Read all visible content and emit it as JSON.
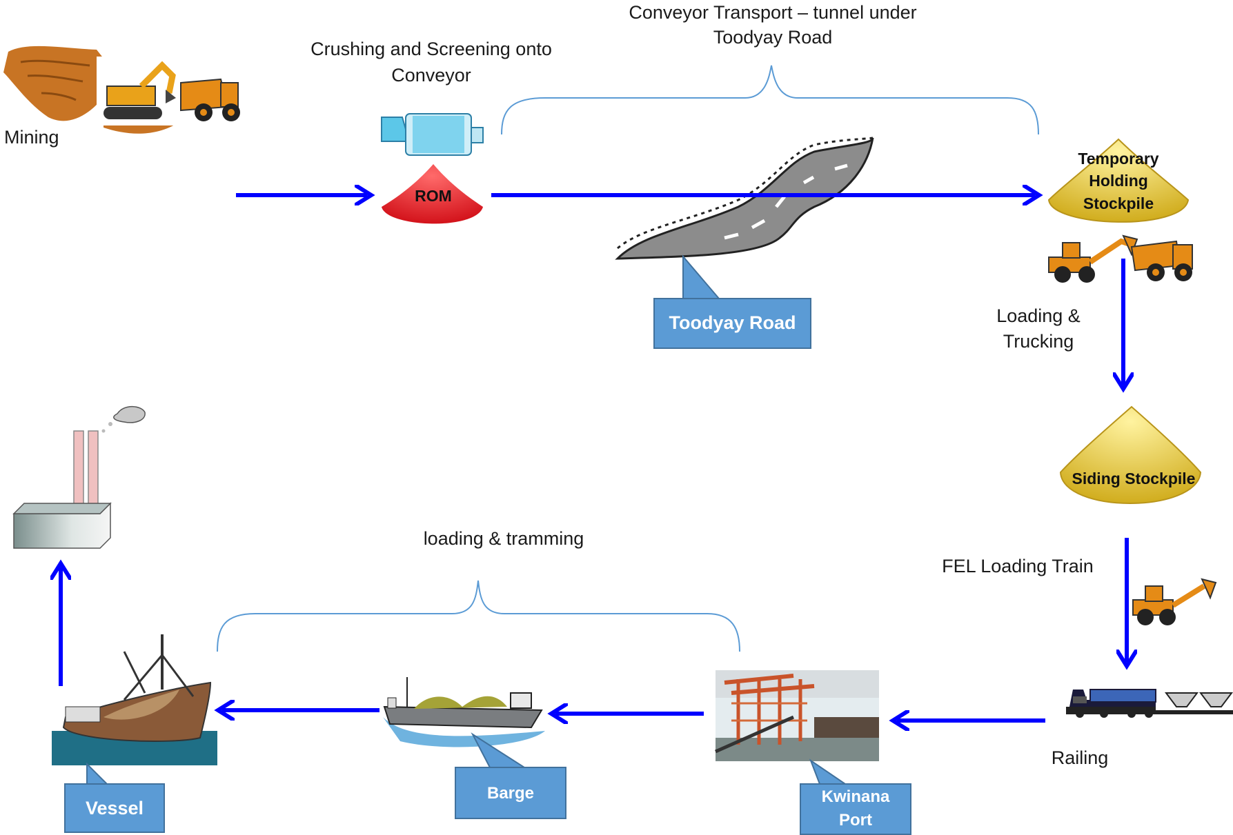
{
  "labels": {
    "mining": "Mining",
    "crushing_line1": "Crushing and Screening onto",
    "crushing_line2": "Conveyor",
    "conveyor_line1": "Conveyor Transport – tunnel under",
    "conveyor_line2": "Toodyay Road",
    "rom": "ROM",
    "temp_line1": "Temporary",
    "temp_line2": "Holding",
    "temp_line3": "Stockpile",
    "loading_trucking_line1": "Loading &",
    "loading_trucking_line2": "Trucking",
    "siding_stockpile": "Siding Stockpile",
    "fel_loading_train": "FEL Loading Train",
    "railing": "Railing",
    "loading_tramming": "loading & tramming"
  },
  "callouts": {
    "toodyay_road": "Toodyay Road",
    "vessel": "Vessel",
    "barge": "Barge",
    "kwinana_line1": "Kwinana",
    "kwinana_line2": "Port"
  },
  "colors": {
    "arrow": "#0000ff",
    "callout_fill": "#5b9bd5",
    "callout_stroke": "#41719c",
    "rom_cone": "#e8242c",
    "stockpile_cone": "#e2c435",
    "bracket": "#5b9bd5",
    "truck_body": "#e58b16",
    "road": "#8c8c8c",
    "sea": "#1f6f86"
  },
  "icons": [
    "mine-pit-icon",
    "excavator-icon",
    "dump-truck-icon",
    "crusher-mill-icon",
    "road-icon",
    "front-end-loader-icon",
    "train-icon",
    "port-crane-icon",
    "barge-icon",
    "ship-icon",
    "factory-icon"
  ]
}
